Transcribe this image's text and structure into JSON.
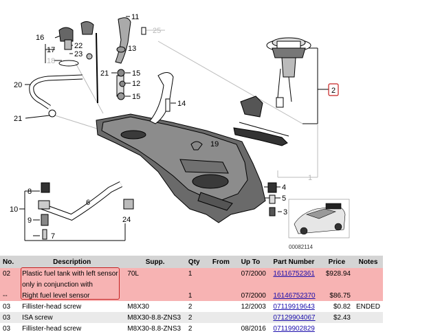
{
  "diagram": {
    "callouts": [
      "11",
      "25",
      "16",
      "22",
      "17",
      "23",
      "18",
      "13",
      "21",
      "15",
      "20",
      "12",
      "15",
      "14",
      "2",
      "21",
      "19",
      "1",
      "8",
      "4",
      "6",
      "5",
      "10",
      "9",
      "3",
      "7",
      "24"
    ],
    "figure_id": "00082114"
  },
  "table": {
    "headers": [
      "No.",
      "Description",
      "Supp.",
      "Qty",
      "From",
      "Up To",
      "Part Number",
      "Price",
      "Notes"
    ],
    "rows": [
      {
        "no": "02",
        "desc": "Plastic fuel tank with left sensor",
        "supp": "70L",
        "qty": "1",
        "from": "",
        "upto": "07/2000",
        "pn": "16116752361",
        "price": "$928.94",
        "notes": "",
        "style": "hl"
      },
      {
        "no": "",
        "desc": "only in conjunction with",
        "supp": "",
        "qty": "",
        "from": "",
        "upto": "",
        "pn": "",
        "price": "",
        "notes": "",
        "style": "hl"
      },
      {
        "no": "--",
        "desc": "Right fuel level sensor",
        "supp": "",
        "qty": "1",
        "from": "",
        "upto": "07/2000",
        "pn": "16146752370",
        "price": "$86.75",
        "notes": "",
        "style": "hl"
      },
      {
        "no": "03",
        "desc": "Fillister-head screw",
        "supp": "M8X30",
        "qty": "2",
        "from": "",
        "upto": "12/2003",
        "pn": "07119919643",
        "price": "$0.82",
        "notes": "ENDED",
        "style": ""
      },
      {
        "no": "03",
        "desc": "ISA screw",
        "supp": "M8X30-8.8-ZNS3",
        "qty": "2",
        "from": "",
        "upto": "",
        "pn": "07129904067",
        "price": "$2.43",
        "notes": "",
        "style": "alt"
      },
      {
        "no": "03",
        "desc": "Fillister-head screw",
        "supp": "M8X30-8.8-ZNS3",
        "qty": "2",
        "from": "",
        "upto": "08/2016",
        "pn": "07119902829",
        "price": "",
        "notes": "",
        "style": ""
      }
    ]
  }
}
